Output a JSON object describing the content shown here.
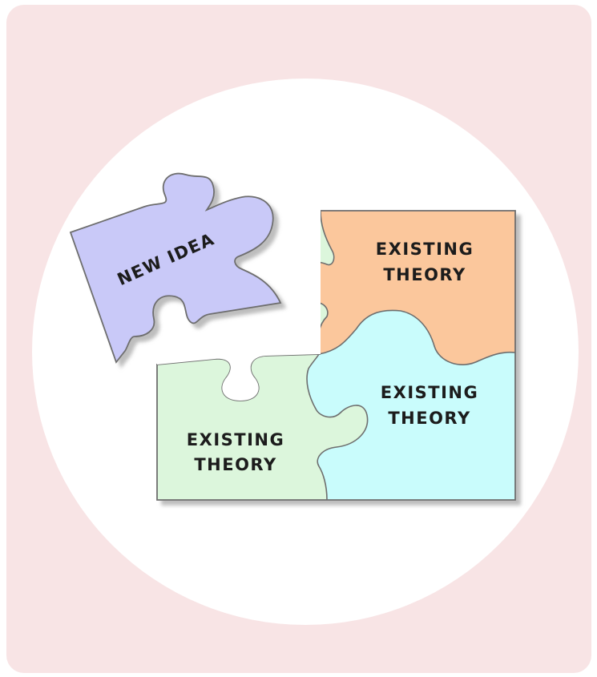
{
  "colors": {
    "panel": "#f8e4e5",
    "circle": "#ffffff",
    "new_idea": "#c9c9f8",
    "theory_orange": "#fbc79c",
    "theory_cyan": "#c9fcfc",
    "theory_green": "#dcf6dc",
    "outline": "#6e6e6e",
    "shadow": "#a7a7a7"
  },
  "pieces": {
    "new_idea": {
      "label": "NEW IDEA"
    },
    "theory_top_right": {
      "line1": "EXISTING",
      "line2": "THEORY"
    },
    "theory_bottom_right": {
      "line1": "EXISTING",
      "line2": "THEORY"
    },
    "theory_bottom_left": {
      "line1": "EXISTING",
      "line2": "THEORY"
    }
  }
}
